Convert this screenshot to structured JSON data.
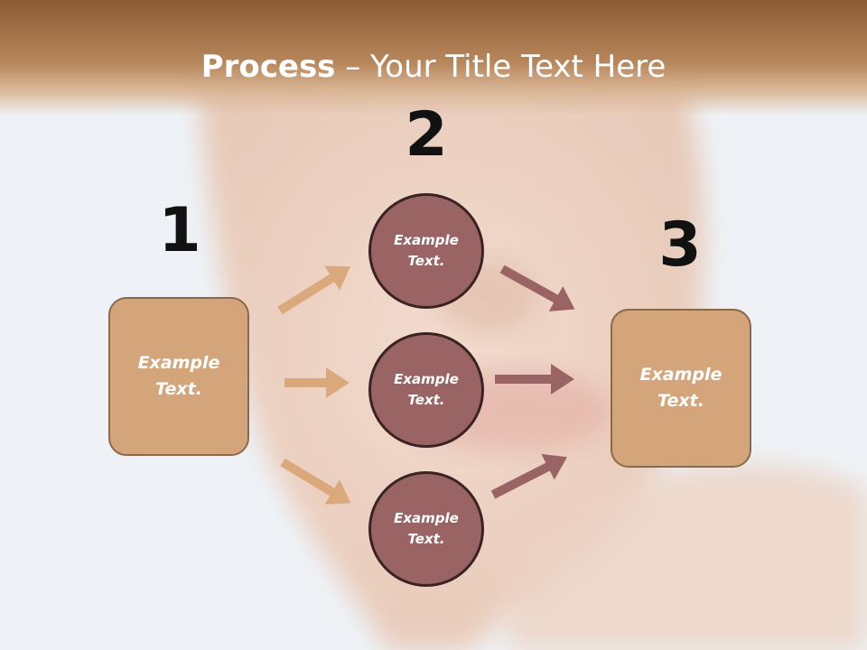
{
  "header": {
    "title_bold": "Process",
    "title_rest": " – Your Title Text Here"
  },
  "steps": [
    {
      "number": "1",
      "label": "Example\nText."
    },
    {
      "number": "2",
      "label": "Example\nText."
    },
    {
      "number": "3",
      "label": "Example\nText."
    }
  ],
  "middle_nodes": [
    {
      "label": "Example\nText."
    },
    {
      "label": "Example\nText."
    },
    {
      "label": "Example\nText."
    }
  ],
  "colors": {
    "header": "#a8744a",
    "box_fill": "#d4a57a",
    "circle_fill": "#9b6464",
    "arrow_tan": "#d9a97c",
    "arrow_mauve": "#9b6464"
  }
}
